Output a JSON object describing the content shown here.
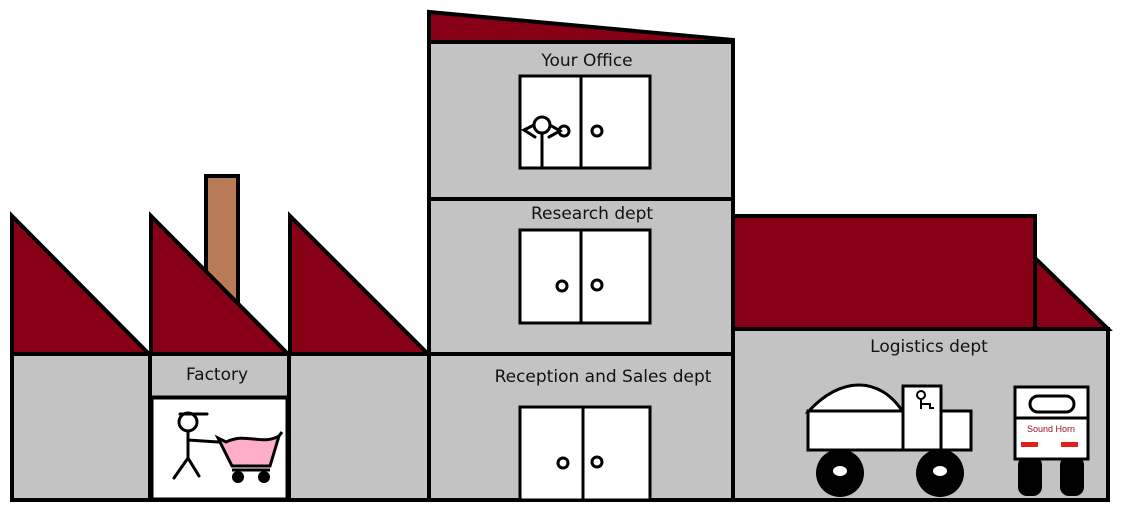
{
  "colors": {
    "roof": "#880015",
    "wall": "#c3c3c3",
    "chimney": "#b97a57",
    "outline": "#000000",
    "cart_fill": "#ffaec9",
    "horn_text": "#9b1020",
    "horn_lights": "#e0201a"
  },
  "office": {
    "label": "Your Office"
  },
  "research": {
    "label": "Research dept"
  },
  "reception": {
    "label": "Reception and Sales dept"
  },
  "factory": {
    "label": "Factory"
  },
  "logistics": {
    "label": "Logistics dept"
  },
  "truck_horn": {
    "label": "Sound Horn"
  }
}
